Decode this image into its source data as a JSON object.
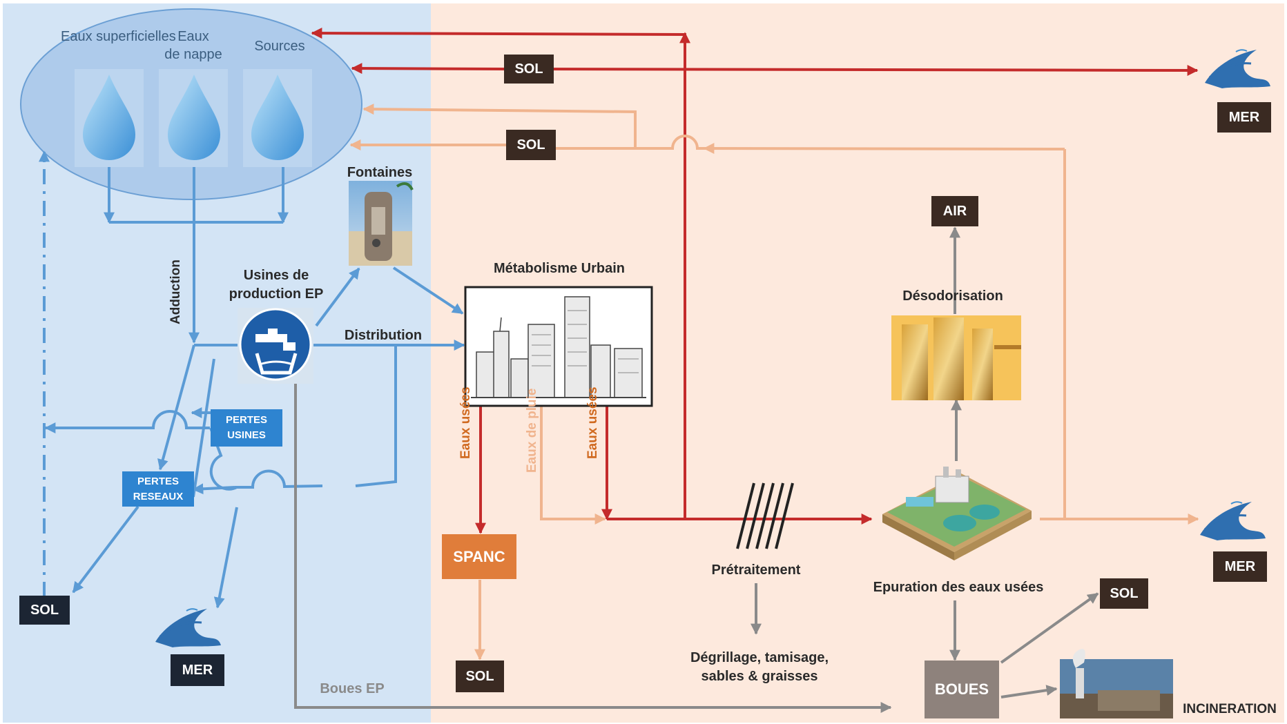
{
  "sources": {
    "surface": "Eaux superficielles",
    "groundwater_line1": "Eaux",
    "groundwater_line2": "de nappe",
    "springs": "Sources"
  },
  "labels": {
    "fontaines": "Fontaines",
    "usines_line1": "Usines de",
    "usines_line2": "production EP",
    "adduction": "Adduction",
    "distribution": "Distribution",
    "metabolisme": "Métabolisme Urbain",
    "desodorisation": "Désodorisation",
    "pretraitement": "Prétraitement",
    "degrillage_line1": "Dégrillage, tamisage,",
    "degrillage_line2": "sables & graisses",
    "epuration": "Epuration des eaux usées",
    "boues_ep": "Boues EP",
    "incineration": "INCINERATION"
  },
  "vertical_labels": {
    "eaux_usees_1": "Eaux usées",
    "eaux_pluie": "Eaux de pluie",
    "eaux_usees_2": "Eaux usées"
  },
  "boxes": {
    "sol_top": "SOL",
    "sol_mid": "SOL",
    "sol_left": "SOL",
    "sol_spanc": "SOL",
    "sol_boues": "SOL",
    "mer_top": "MER",
    "mer_mid": "MER",
    "mer_left": "MER",
    "air": "AIR",
    "pertes_usines_line1": "PERTES",
    "pertes_usines_line2": "USINES",
    "pertes_reseaux_line1": "PERTES",
    "pertes_reseaux_line2": "RESEAUX",
    "spanc": "SPANC",
    "boues": "BOUES"
  },
  "icons": {
    "water_drop": "water-drop-icon",
    "faucet": "faucet-icon",
    "wave": "wave-icon",
    "city": "city-sketch-icon",
    "fountain": "fountain-icon",
    "plant": "treatment-plant-icon",
    "tanks": "deodorization-tanks-icon",
    "chimney": "incinerator-chimney-icon"
  },
  "colors": {
    "potable_water": "#5b9bd5",
    "wastewater": "#c42b2b",
    "treated_water": "#f0b48e",
    "sludge": "#8a8a8a",
    "left_zone": "#d3e4f5",
    "right_zone": "#fde9dd"
  }
}
